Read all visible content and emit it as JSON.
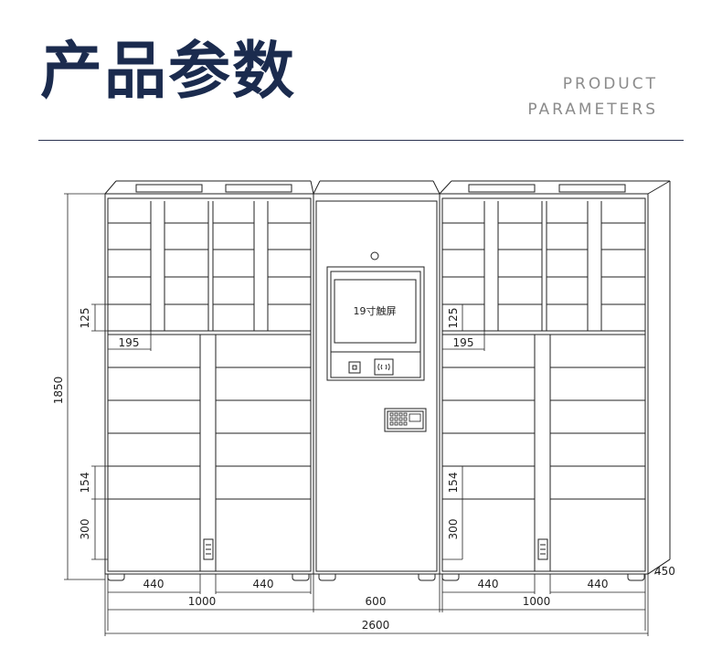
{
  "header": {
    "title": "产品参数",
    "subtitle_line1": "PRODUCT",
    "subtitle_line2": "PARAMETERS"
  },
  "drawing": {
    "screen_label": "19寸触屏",
    "dimensions": {
      "total_height": "1850",
      "small_door_height_left": "125",
      "small_door_width_left": "195",
      "small_door_height_right": "125",
      "small_door_width_right": "195",
      "mid_door_height_left": "154",
      "large_door_height_left": "300",
      "mid_door_height_right": "154",
      "large_door_height_right": "300",
      "col_width_1": "440",
      "col_width_2": "440",
      "col_width_3": "440",
      "col_width_4": "440",
      "left_cabinet_width": "1000",
      "center_cabinet_width": "600",
      "right_cabinet_width": "1000",
      "overall_width": "2600",
      "depth": "450"
    }
  },
  "colors": {
    "title": "#1b2b4e",
    "subtitle": "#8b8b8b",
    "line": "#222222"
  }
}
